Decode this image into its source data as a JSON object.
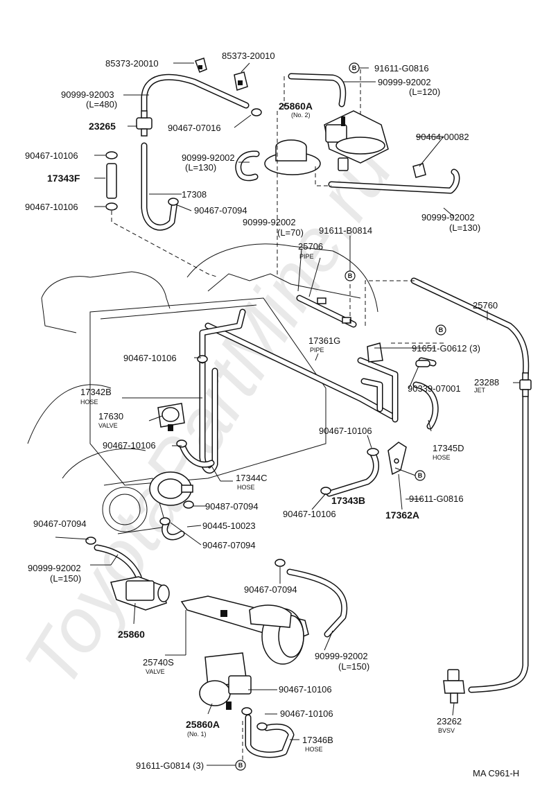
{
  "watermark": "ToyotaPartMine.ru",
  "code": "MA C961-H",
  "circle_mark": "B",
  "labels": {
    "l85373a": "85373-20010",
    "l85373b": "85373-20010",
    "l91611_g0816_top": "91611-G0816",
    "l90999_92003": "90999-92003",
    "l_l480": "(L=480)",
    "l90999_92002_a": "90999-92002",
    "l_l120": "(L=120)",
    "l25860a_top": "25860A",
    "l_no2": "(No. 2)",
    "l23265": "23265",
    "l90467_07016": "90467-07016",
    "l90464_00082": "90464-00082",
    "l90467_10106_a": "90467-10106",
    "l90999_92002_b": "90999-92002",
    "l_l130_a": "(L=130)",
    "l17343f": "17343F",
    "l17308": "17308",
    "l90467_10106_b": "90467-10106",
    "l90467_07094_a": "90467-07094",
    "l90999_92002_c": "90999-92002",
    "l_l130_b": "(L=130)",
    "l90999_92002_d": "90999-92002",
    "l_l70": "(L=70)",
    "l91611_b0814": "91611-B0814",
    "l25706": "25706",
    "l_pipe_a": "PIPE",
    "l25760": "25760",
    "l17361g": "17361G",
    "l_pipe_b": "PIPE",
    "l91651_g0612": "91651-G0612 (3)",
    "l90467_10106_c": "90467-10106",
    "l17342b": "17342B",
    "l_hose_a": "HOSE",
    "l90339_07001": "90339-07001",
    "l23288": "23288",
    "l_jet": "JET",
    "l17630": "17630",
    "l_valve_a": "VALVE",
    "l90467_10106_d": "90467-10106",
    "l17345d": "17345D",
    "l_hose_b": "HOSE",
    "l90467_10106_e": "90467-10106",
    "l17344c": "17344C",
    "l_hose_c": "HOSE",
    "l91611_g0816_mid": "91611-G0816",
    "l90487_07094": "90487-07094",
    "l17343b": "17343B",
    "l90467_10106_f": "90467-10106",
    "l17362a": "17362A",
    "l90445_10023": "90445-10023",
    "l90467_07094_b": "90467-07094",
    "l90467_07094_c": "90467-07094",
    "l90999_92002_e": "90999-92002",
    "l_l150_a": "(L=150)",
    "l90467_07094_d": "90467-07094",
    "l25860": "25860",
    "l90999_92002_f": "90999-92002",
    "l_l150_b": "(L=150)",
    "l25740s": "25740S",
    "l_valve_b": "VALVE",
    "l90467_10106_g": "90467-10106",
    "l90467_10106_h": "90467-10106",
    "l25860a_bot": "25860A",
    "l_no1": "(No. 1)",
    "l17346b": "17346B",
    "l_hose_d": "HOSE",
    "l23262": "23262",
    "l_bvsv": "BVSV",
    "l91611_g0814": "91611-G0814 (3)"
  }
}
